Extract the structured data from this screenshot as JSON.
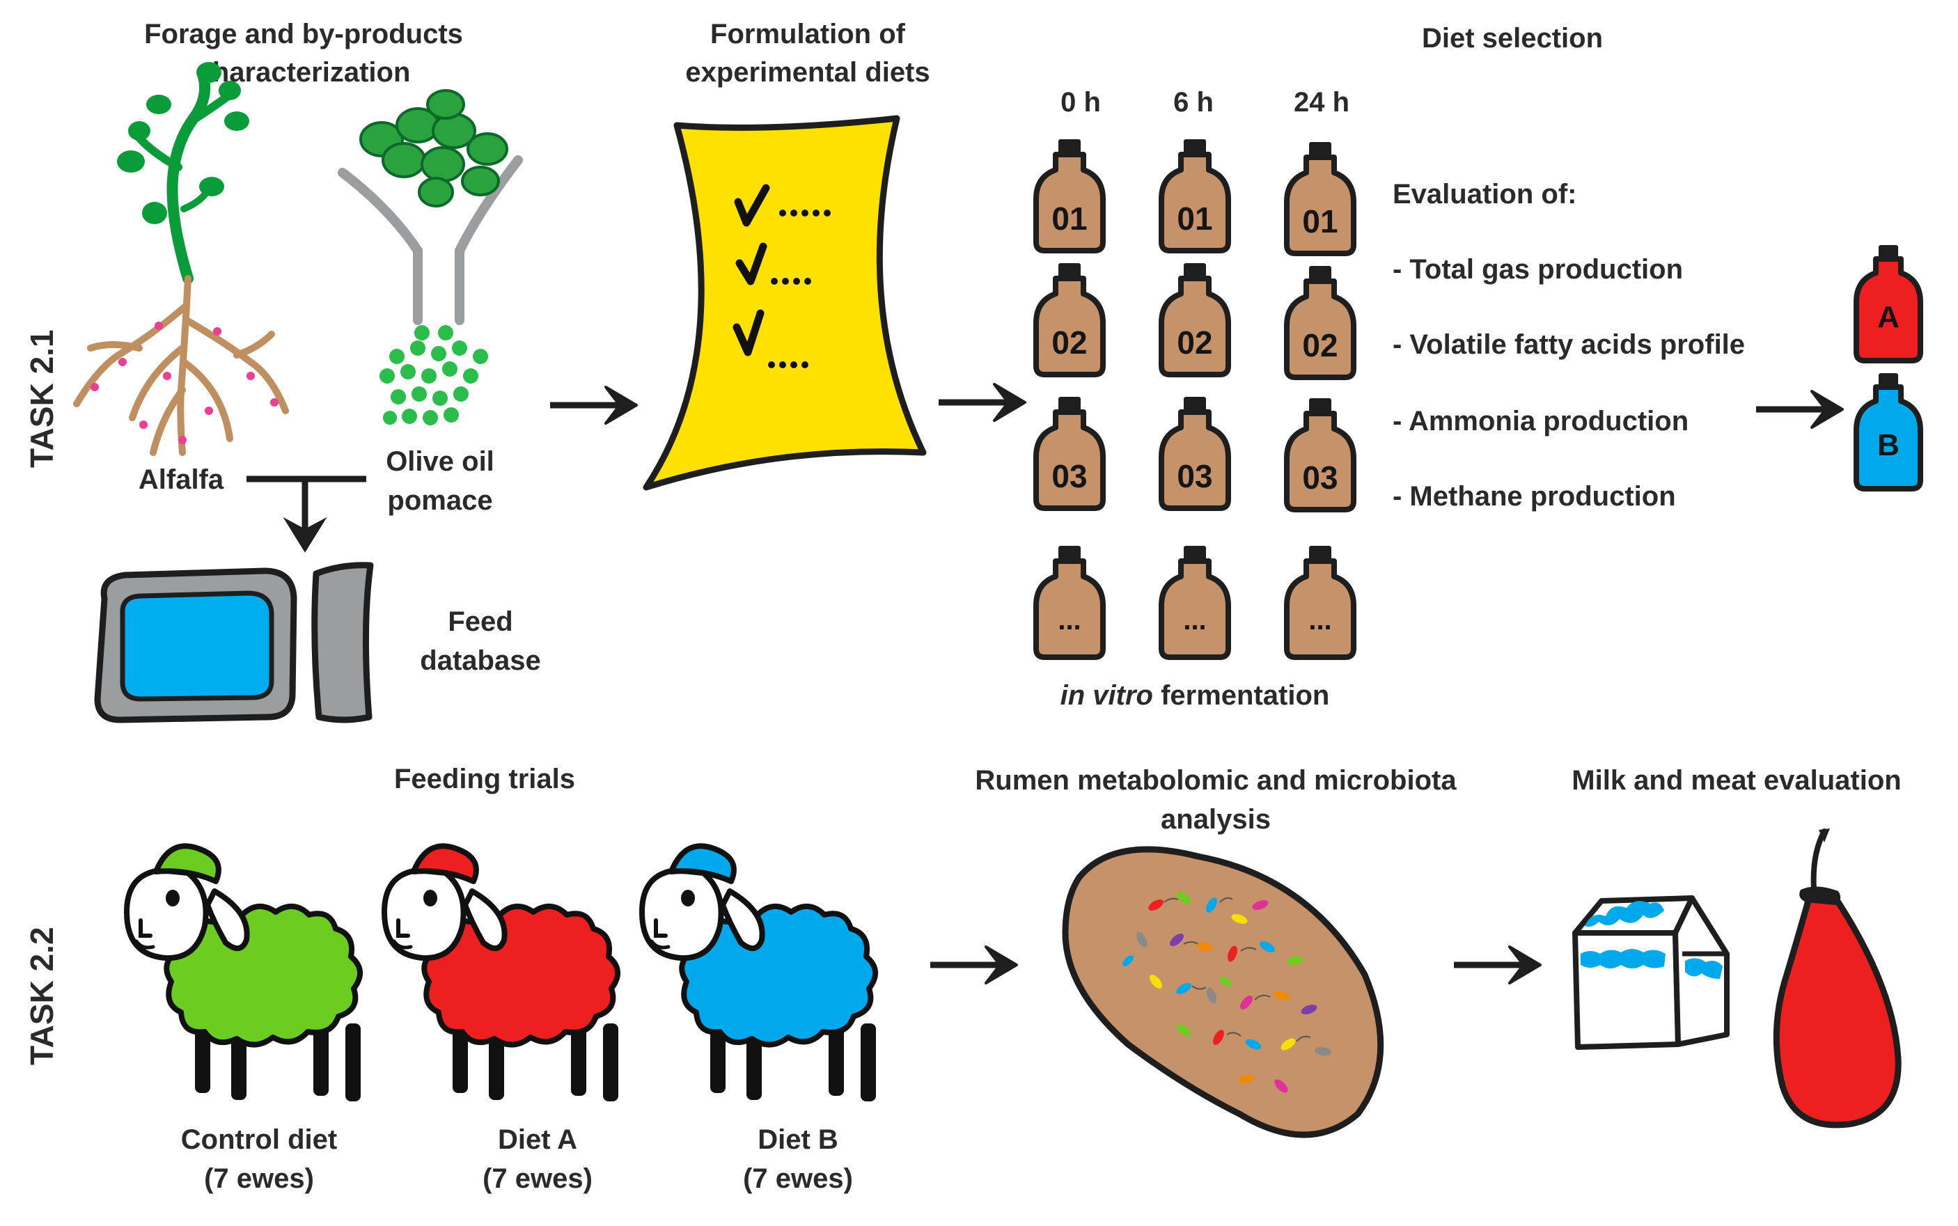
{
  "task21": {
    "label": "TASK 2.1",
    "forage_title_1": "Forage and by-products",
    "forage_title_2": "characterization",
    "alfalfa": "Alfalfa",
    "olive_1": "Olive oil",
    "olive_2": "pomace",
    "feed_db_1": "Feed",
    "feed_db_2": "database",
    "formulation_1": "Formulation of",
    "formulation_2": "experimental diets",
    "diet_selection": "Diet selection",
    "times": [
      "0 h",
      "6 h",
      "24 h"
    ],
    "bottle_rows": [
      "01",
      "02",
      "03",
      "..."
    ],
    "in_vitro_italic": "in vitro",
    "in_vitro_rest": " fermentation",
    "evaluation_title": "Evaluation of:",
    "evaluation_items": [
      "- Total gas production",
      "- Volatile fatty acids profile",
      "- Ammonia production",
      "- Methane production"
    ],
    "selected_a": "A",
    "selected_b": "B"
  },
  "task22": {
    "label": "TASK 2.2",
    "feeding_trials": "Feeding trials",
    "diets": [
      {
        "name": "Control diet",
        "count": "(7 ewes)"
      },
      {
        "name": "Diet A",
        "count": "(7 ewes)"
      },
      {
        "name": "Diet B",
        "count": "(7 ewes)"
      }
    ],
    "rumen_1": "Rumen metabolomic and microbiota",
    "rumen_2": "analysis",
    "milk_meat": "Milk and meat evaluation"
  },
  "colors": {
    "control": "#6ccc1f",
    "diet_a": "#ee1f1f",
    "diet_b": "#00a8ec",
    "bottle": "#c5926a",
    "paper": "#ffe100",
    "plant_green": "#0b9c3a",
    "root": "#c08f5f",
    "screen": "#00aeef"
  }
}
